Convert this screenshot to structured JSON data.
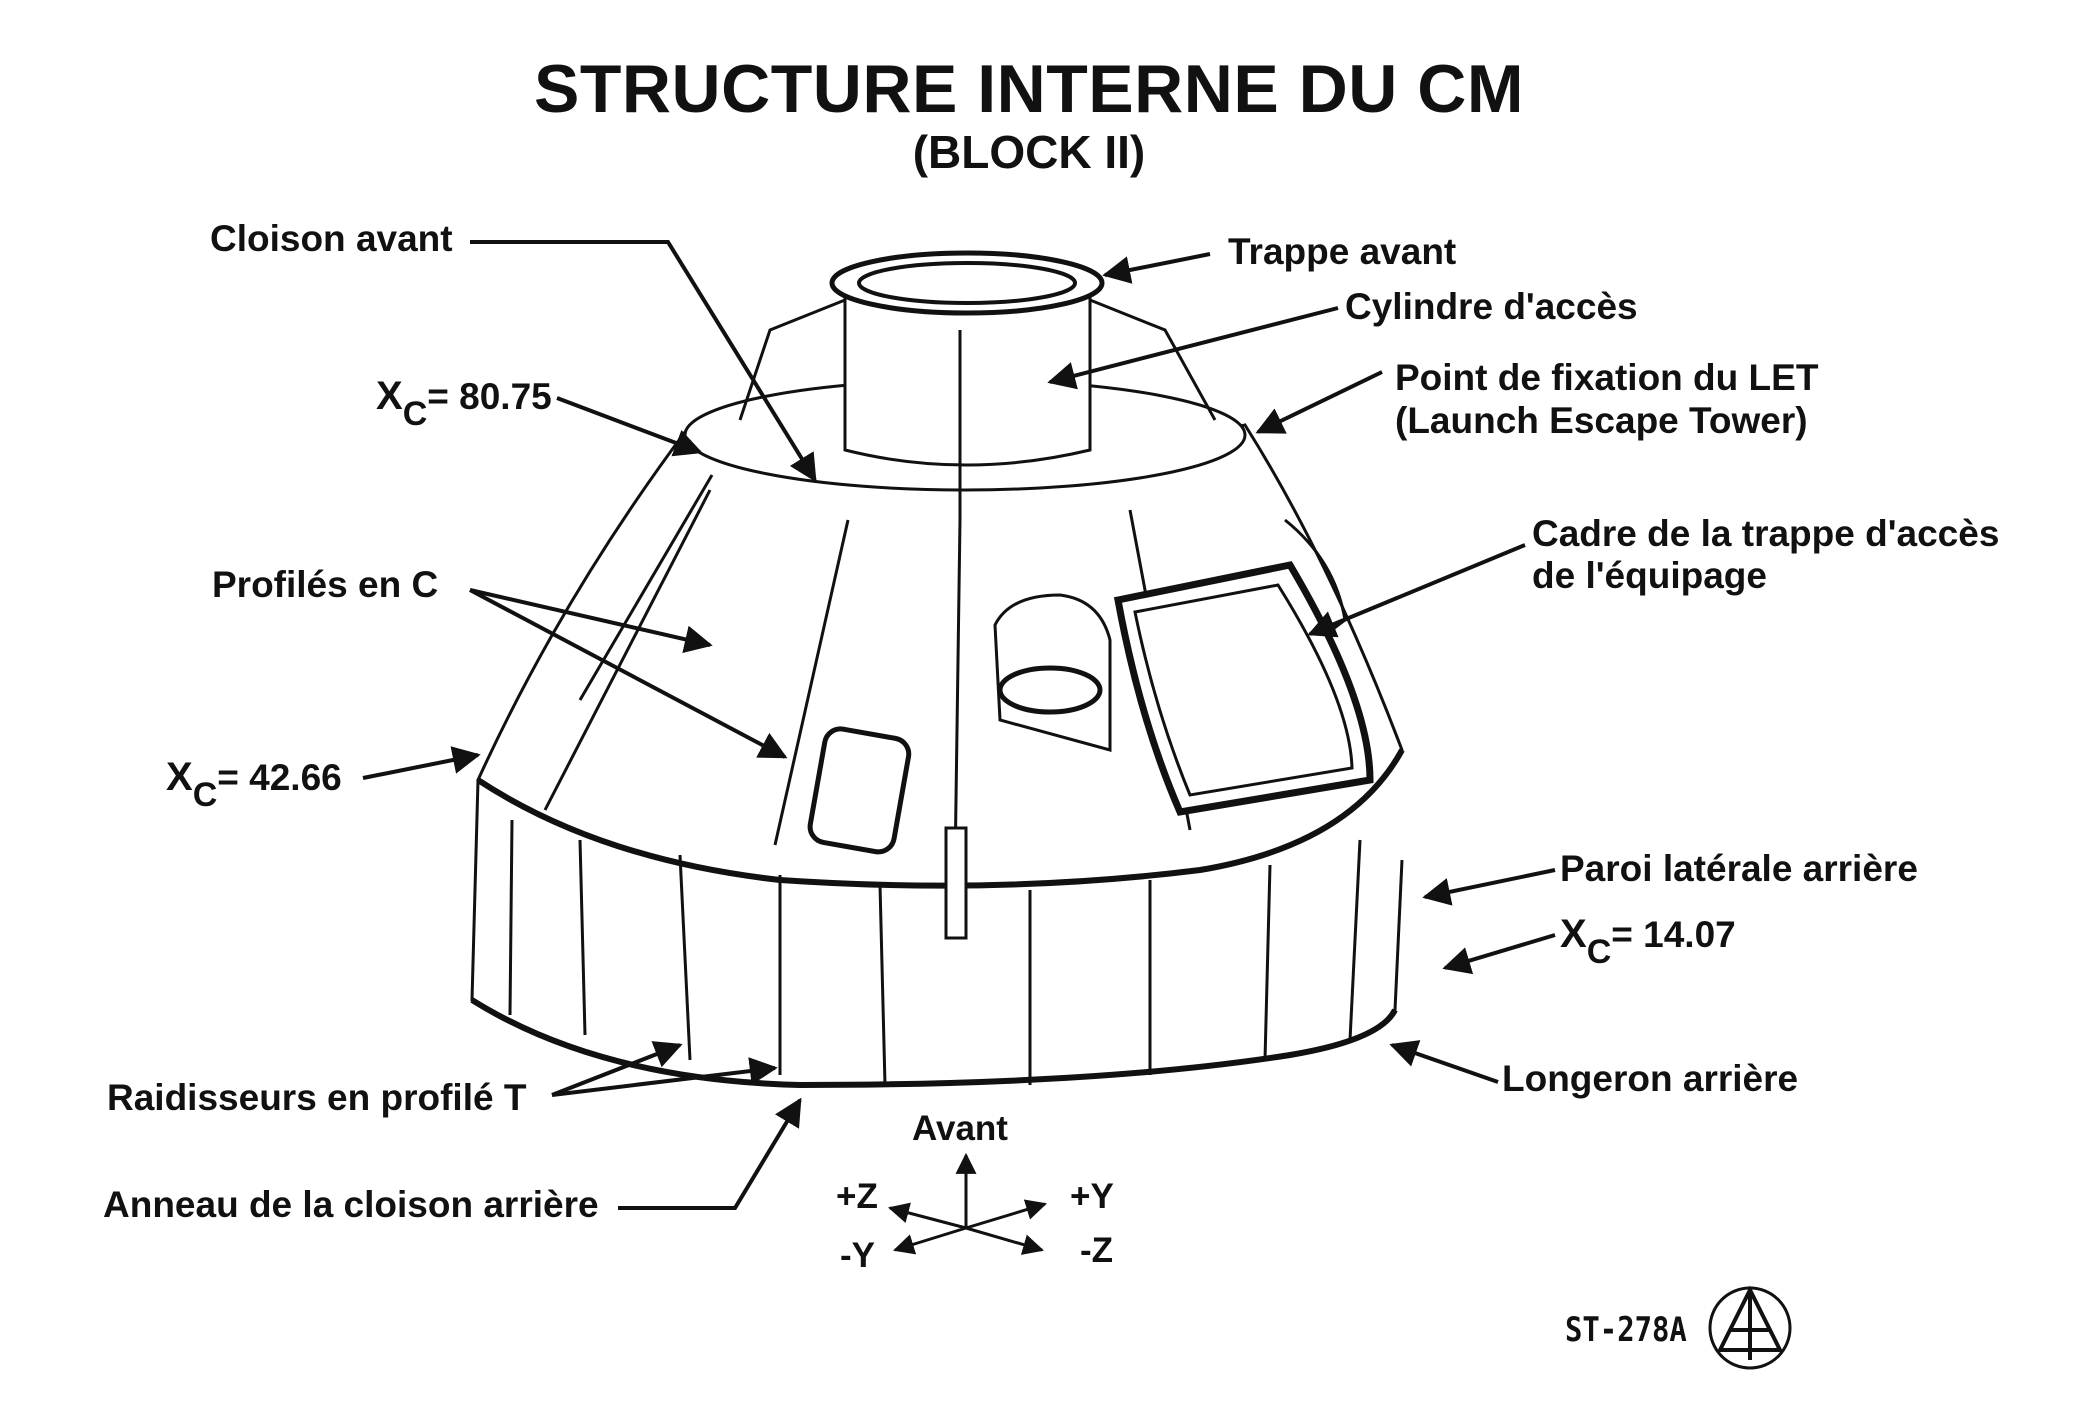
{
  "title": "STRUCTURE INTERNE DU CM",
  "subtitle": "(BLOCK II)",
  "labels": {
    "cloison_avant": "Cloison avant",
    "trappe_avant": "Trappe avant",
    "cylindre_acces": "Cylindre d'accès",
    "point_fixation_1": "Point de fixation du LET",
    "point_fixation_2": "(Launch Escape Tower)",
    "profiles_c": "Profilés en C",
    "cadre_trappe_1": "Cadre de la trappe d'accès",
    "cadre_trappe_2": "de l'équipage",
    "paroi_laterale": "Paroi latérale arrière",
    "longeron": "Longeron arrière",
    "raidisseurs": "Raidisseurs en profilé T",
    "anneau": "Anneau de la cloison arrière"
  },
  "stations": [
    {
      "x": "X",
      "sub": "C",
      "value": "= 80.75"
    },
    {
      "x": "X",
      "sub": "C",
      "value": "= 42.66"
    },
    {
      "x": "X",
      "sub": "C",
      "value": "= 14.07"
    }
  ],
  "axes": {
    "avant": "Avant",
    "plus_z": "+Z",
    "plus_y": "+Y",
    "minus_y": "-Y",
    "minus_z": "-Z"
  },
  "reference": "ST-278A"
}
